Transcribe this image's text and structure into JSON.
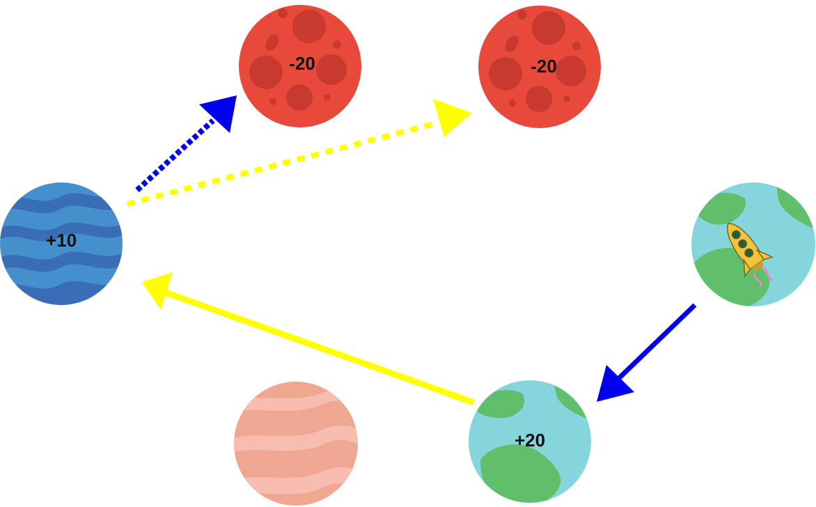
{
  "colors": {
    "background": "#ffffff",
    "mars": "#e8493a",
    "mars_crater": "#c8392f",
    "neptune": "#4590cc",
    "neptune_wave": "#3a6db8",
    "earth_ocean": "#85d5dc",
    "earth_land": "#5fbf6a",
    "jupiter": "#f0a792",
    "jupiter_band": "#f6bdb0",
    "arrow_blue": "#0000ee",
    "arrow_yellow": "#ffff00",
    "rocket": "#f2c43c"
  },
  "planets": [
    {
      "id": "neptune",
      "kind": "gas-blue",
      "label": "+10"
    },
    {
      "id": "mars-left",
      "kind": "mars",
      "label": "-20"
    },
    {
      "id": "mars-right",
      "kind": "mars",
      "label": "-20"
    },
    {
      "id": "earth-start",
      "kind": "earth",
      "label": "",
      "has_rocket": true
    },
    {
      "id": "earth-bottom",
      "kind": "earth",
      "label": "+20"
    },
    {
      "id": "jupiter",
      "kind": "gas-pink",
      "label": ""
    }
  ],
  "arrows": [
    {
      "id": "neptune-to-mars-left",
      "from": "neptune",
      "to": "mars-left",
      "color": "blue",
      "style": "dotted"
    },
    {
      "id": "neptune-to-mars-right",
      "from": "neptune",
      "to": "mars-right",
      "color": "yellow",
      "style": "dotted"
    },
    {
      "id": "earth-start-to-earth-bottom",
      "from": "earth-start",
      "to": "earth-bottom",
      "color": "blue",
      "style": "solid"
    },
    {
      "id": "earth-bottom-to-neptune",
      "from": "earth-bottom",
      "to": "neptune",
      "color": "yellow",
      "style": "solid"
    }
  ],
  "icons": {
    "rocket": "rocket-icon"
  }
}
